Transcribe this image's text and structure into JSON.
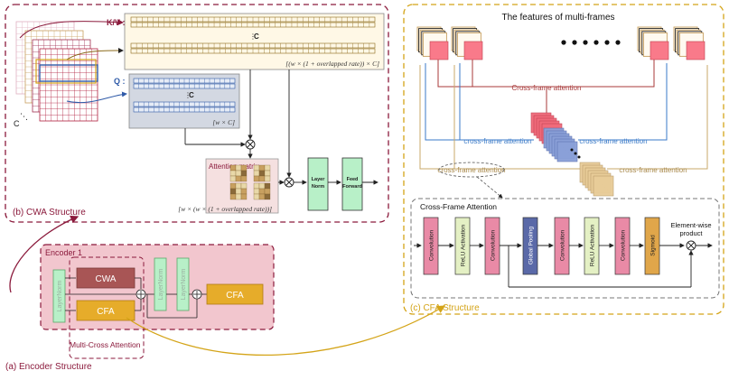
{
  "cwa": {
    "title": "(b) CWA Structure",
    "kv_label": "K/V :",
    "q_label": "Q :",
    "c_mark": "C",
    "c_label": "C",
    "kv_dim": "[(w × (1 + overlapped rate)) × C]",
    "q_dim": "[w × C]",
    "attn_title": "Attention matrix",
    "attn_dim": "[w × (w × (1 + overlapped rate))]",
    "layer_norm": "Layer Norm",
    "feed_forward": "Feed Forward"
  },
  "encoder": {
    "section_label": "(a) Encoder Structure",
    "box_title": "Encoder 1",
    "layernorm": "LayerNorm",
    "cwa": "CWA",
    "cfa": "CFA",
    "multi_cross": "Multi-Cross Attention"
  },
  "cfa": {
    "title": "(c) CFA Structure",
    "features_title": "The features of multi-frames",
    "cross_frame_attention": "cross-frame attention",
    "cross_frame_attention_cap": "Cross-frame attention",
    "inner_title": "Cross-Frame Attention",
    "element_wise": "Element-wise product",
    "blocks": {
      "conv": "Convolution",
      "relu": "ReLU Activation",
      "gpool": "Global Pooling",
      "sigmoid": "Sigmoid"
    }
  },
  "colors": {
    "maroon": "#8b1a3c",
    "gold": "#d4a418",
    "conv": "#e98aa6",
    "relu": "#e4f0c4",
    "gpool": "#5a69a8",
    "sigmoid": "#e0a64a",
    "green": "#b8f0c8",
    "pink_frame": "#f97a8a"
  }
}
